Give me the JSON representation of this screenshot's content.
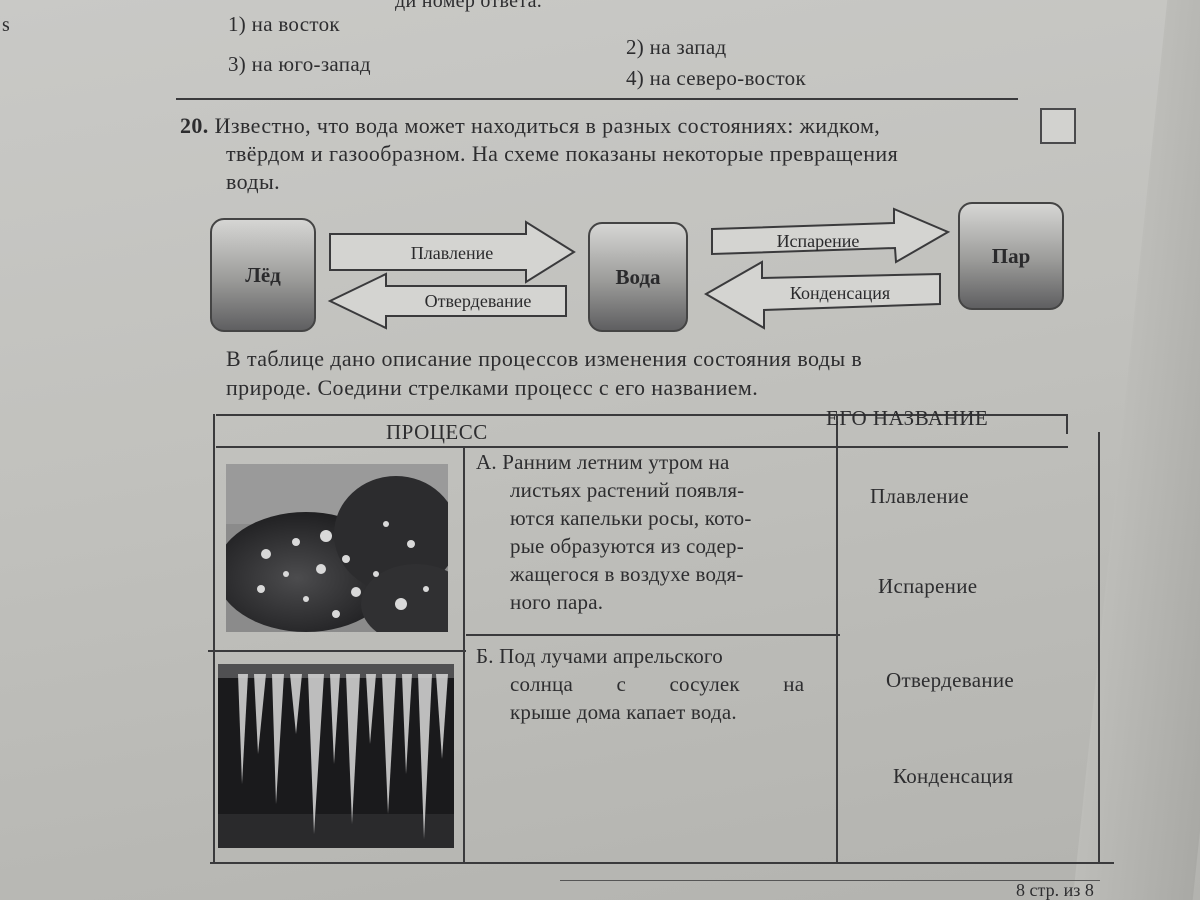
{
  "header_top": "ди номер ответа.",
  "prev_options": [
    {
      "num": "1)",
      "text": "на восток"
    },
    {
      "num": "2)",
      "text": "на запад"
    },
    {
      "num": "3)",
      "text": "на юго-запад"
    },
    {
      "num": "4)",
      "text": "на северо-восток"
    }
  ],
  "left_margin_mark": "s",
  "question": {
    "number": "20.",
    "line1": "Известно, что вода может находиться в разных состояниях: жидком,",
    "line2": "твёрдом и газообразном. На схеме показаны некоторые превращения",
    "line3": "воды."
  },
  "diagram": {
    "states": [
      "Лёд",
      "Вода",
      "Пар"
    ],
    "arrows": {
      "melting": "Плавление",
      "freezing": "Отвердевание",
      "evaporation": "Испарение",
      "condensation": "Конденсация"
    }
  },
  "instruction": {
    "line1": "В таблице дано описание процессов изменения состояния воды в",
    "line2": "природе. Соедини стрелками процесс с его названием."
  },
  "table": {
    "col_process": "ПРОЦЕСС",
    "col_name": "ЕГО НАЗВАНИЕ",
    "row_a": [
      "А. Ранним летним утром на",
      "листьях растений появля-",
      "ются капельки росы, кото-",
      "рые образуются из содер-",
      "жащегося в воздухе водя-",
      "ного пара."
    ],
    "row_b": [
      "Б. Под лучами апрельского",
      "солнца с сосулек на",
      "крыше дома капает вода."
    ],
    "names": [
      "Плавление",
      "Испарение",
      "Отвердевание",
      "Конденсация"
    ]
  },
  "footer_page": "8 стр. из 8"
}
